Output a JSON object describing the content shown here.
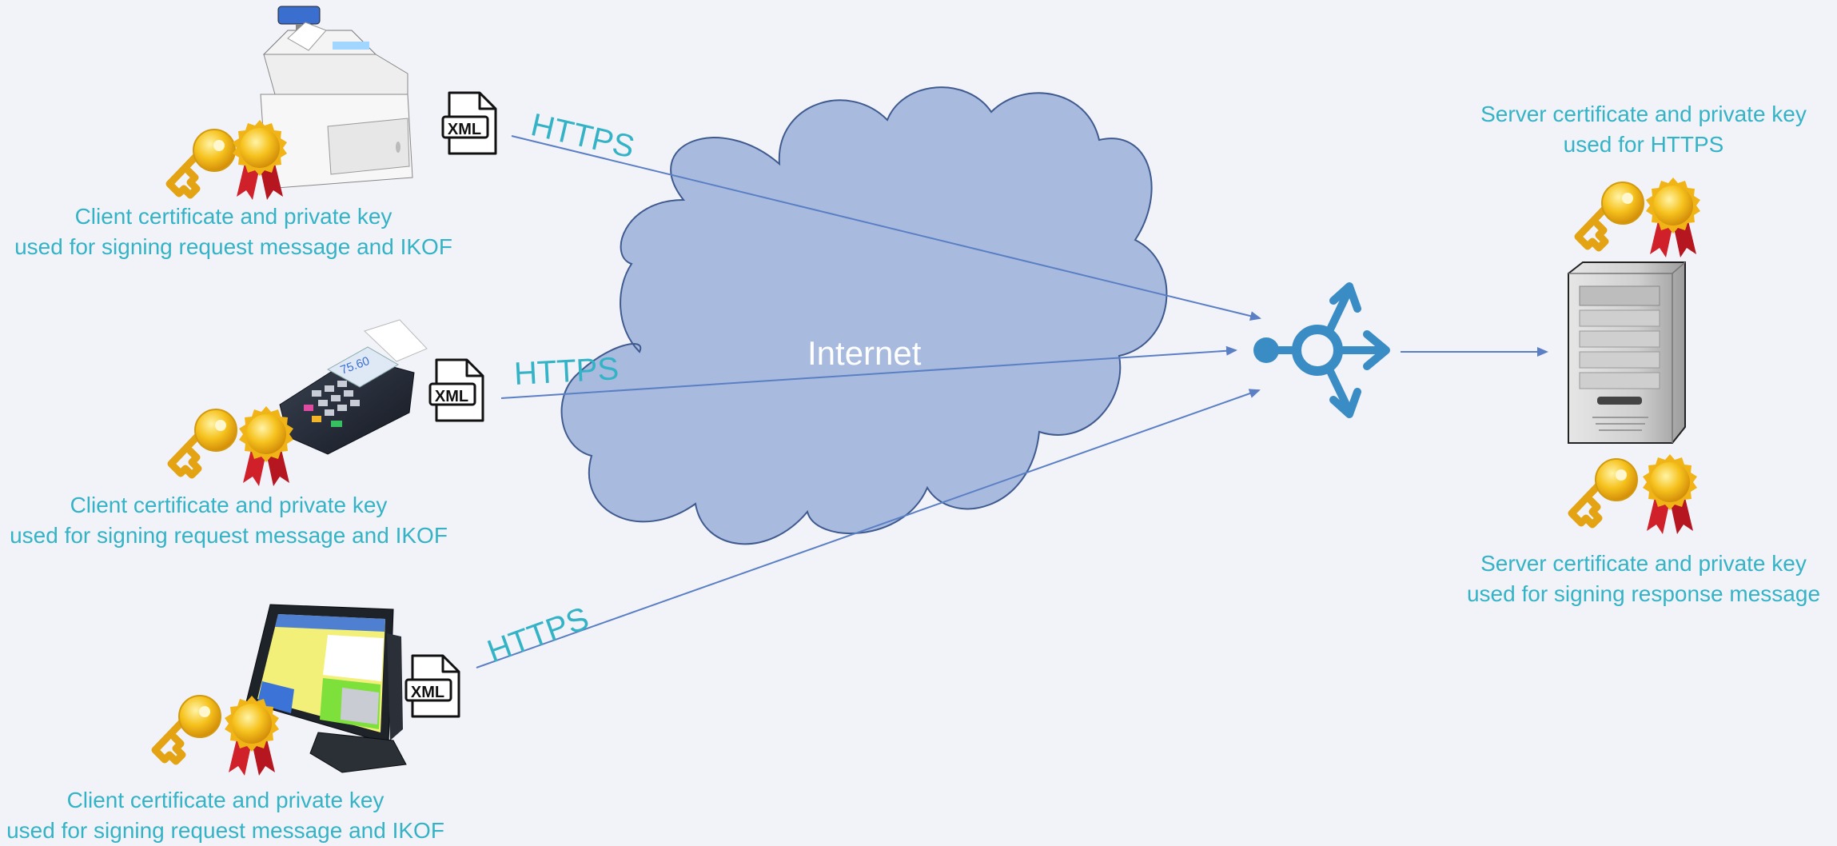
{
  "colors": {
    "background": "#f2f3f9",
    "caption_text": "#35b3c6",
    "arrow": "#5b7fc4",
    "cloud_fill": "#a8bbdf",
    "cloud_stroke": "#3f5a8f",
    "router": "#3a8cc4",
    "medal_gold": "#f6c21d",
    "ribbon_red": "#d0202a"
  },
  "clients": [
    {
      "device": "cash-register",
      "caption_line1": "Client certificate and private key",
      "caption_line2": "used for signing request message and IKOF",
      "protocol": "HTTPS",
      "payload": "XML"
    },
    {
      "device": "card-terminal",
      "caption_line1": "Client certificate and private key",
      "caption_line2": "used for signing request message and IKOF",
      "protocol": "HTTPS",
      "payload": "XML",
      "screen_amount": "75.60"
    },
    {
      "device": "pos-touchscreen",
      "caption_line1": "Client certificate and private key",
      "caption_line2": "used for signing request message and IKOF",
      "protocol": "HTTPS",
      "payload": "XML"
    }
  ],
  "network": {
    "label": "Internet"
  },
  "server": {
    "https_caption_line1": "Server certificate and private key",
    "https_caption_line2": "used for HTTPS",
    "signing_caption_line1": "Server certificate and private key",
    "signing_caption_line2": "used for signing response message"
  },
  "icons": [
    "key-icon",
    "certificate-medal-icon",
    "xml-file-icon",
    "router-icon",
    "server-tower-icon",
    "cloud-icon"
  ]
}
